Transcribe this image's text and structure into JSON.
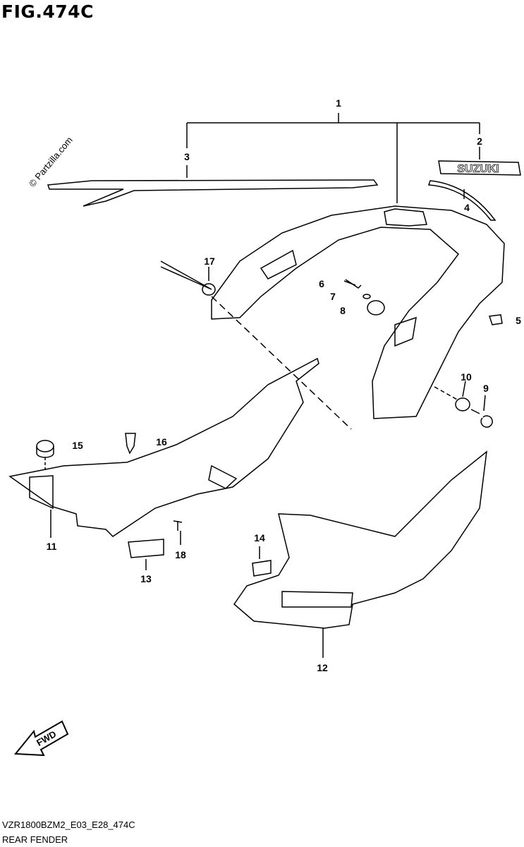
{
  "header": {
    "title": "FIG.474C"
  },
  "watermark": "© Partzilla.com",
  "logo_text": "SUZUKI",
  "fwd_text": "FWD",
  "footer": {
    "code": "VZR1800BZM2_E03_E28_474C",
    "name": "REAR FENDER"
  },
  "callouts": [
    "1",
    "2",
    "3",
    "4",
    "5",
    "6",
    "7",
    "8",
    "9",
    "10",
    "11",
    "12",
    "13",
    "14",
    "15",
    "16",
    "17",
    "18"
  ]
}
